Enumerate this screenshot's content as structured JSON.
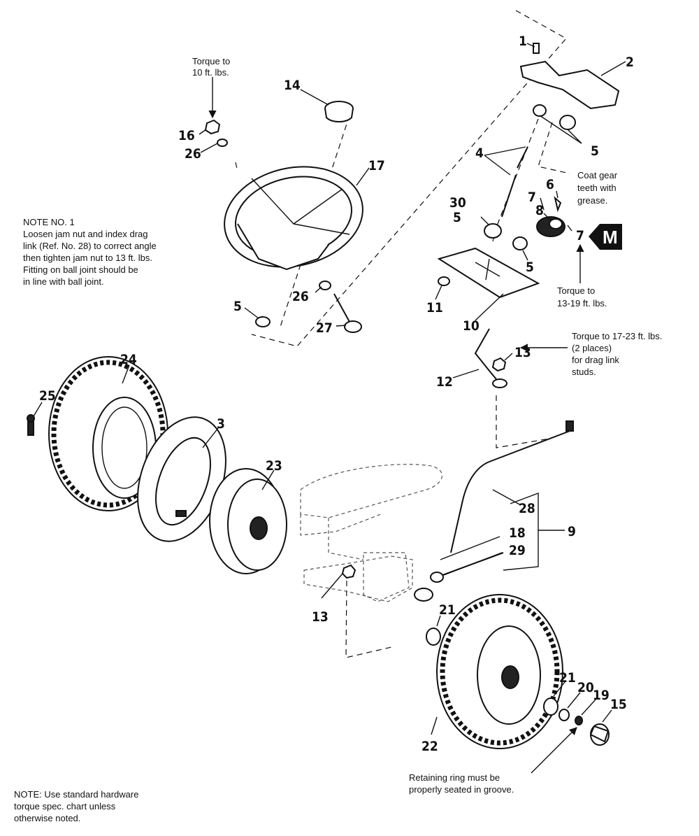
{
  "callouts": {
    "n1": "1",
    "n2": "2",
    "n3": "3",
    "n4": "4",
    "n5a": "5",
    "n5b": "5",
    "n5c": "5",
    "n5d": "5",
    "n6": "6",
    "n7a": "7",
    "n7b": "7",
    "n8": "8",
    "n9": "9",
    "n10": "10",
    "n11": "11",
    "n12": "12",
    "n13a": "13",
    "n13b": "13",
    "n14": "14",
    "n15": "15",
    "n16": "16",
    "n17": "17",
    "n18": "18",
    "n19": "19",
    "n20": "20",
    "n21a": "21",
    "n21b": "21",
    "n22": "22",
    "n23": "23",
    "n24": "24",
    "n25": "25",
    "n26a": "26",
    "n26b": "26",
    "n27": "27",
    "n28": "28",
    "n29": "29",
    "n30": "30"
  },
  "notes": {
    "torque10": [
      "Torque to",
      "10 ft. lbs."
    ],
    "coat_gear": [
      "Coat gear",
      "teeth with",
      "grease."
    ],
    "torque13_19": [
      "Torque to",
      "13-19 ft. lbs."
    ],
    "torque17_23": [
      "Torque to 17-23 ft. lbs.",
      "(2 places)",
      "for drag link",
      "studs."
    ],
    "note1": [
      "NOTE NO. 1",
      "Loosen jam nut and index drag",
      "link (Ref. No. 28) to correct angle",
      "then tighten jam nut to 13 ft. lbs.",
      "Fitting on ball joint should be",
      "in line with ball joint."
    ],
    "retaining": [
      "Retaining ring must be",
      "properly seated in groove."
    ],
    "note_std": [
      "NOTE: Use standard hardware",
      "torque spec. chart unless",
      "otherwise noted."
    ]
  },
  "marker": {
    "label": "M"
  }
}
